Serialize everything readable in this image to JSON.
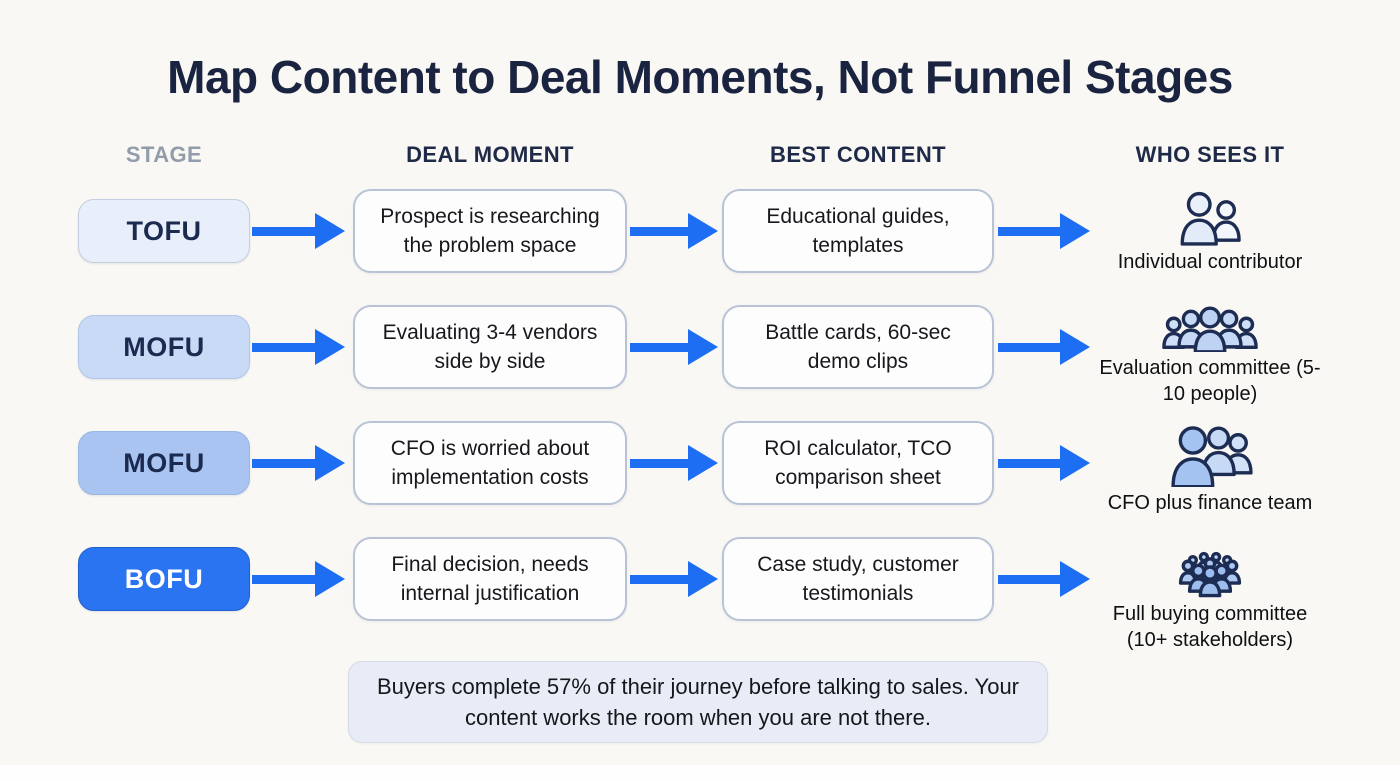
{
  "title": "Map Content to Deal Moments, Not Funnel Stages",
  "columns": {
    "stage": "STAGE",
    "moment": "DEAL MOMENT",
    "content": "BEST CONTENT",
    "who": "WHO SEES IT"
  },
  "rows": [
    {
      "stage": "TOFU",
      "moment": "Prospect is researching the problem space",
      "content": "Educational guides, templates",
      "who": "Individual contributor",
      "icon": "two-people-icon"
    },
    {
      "stage": "MOFU",
      "moment": "Evaluating 3-4 vendors side by side",
      "content": "Battle cards, 60-sec demo clips",
      "who": "Evaluation committee (5-10 people)",
      "icon": "five-people-icon"
    },
    {
      "stage": "MOFU",
      "moment": "CFO is worried about implementation costs",
      "content": "ROI calculator, TCO comparison sheet",
      "who": "CFO plus finance team",
      "icon": "three-people-icon"
    },
    {
      "stage": "BOFU",
      "moment": "Final decision, needs internal justification",
      "content": "Case study, customer testimonials",
      "who": "Full buying committee (10+ stakeholders)",
      "icon": "crowd-icon"
    }
  ],
  "note": "Buyers complete 57% of their journey before talking to sales. Your content works the room when you are not there.",
  "colors": {
    "background": "#faf8f4",
    "title_text": "#1a2440",
    "arrow_blue": "#1d6ef2",
    "pill_tofu": "#e8eefa",
    "pill_mofu_light": "#c8daf6",
    "pill_mofu_medium": "#a9c4f0",
    "pill_bofu": "#2a74f1",
    "box_border": "#b9c3d6",
    "note_background": "#e8ecf6",
    "stage_header_gray": "#939cab",
    "icon_outline_navy": "#1d2c52",
    "icon_fill_blue": "#aac6ee"
  }
}
